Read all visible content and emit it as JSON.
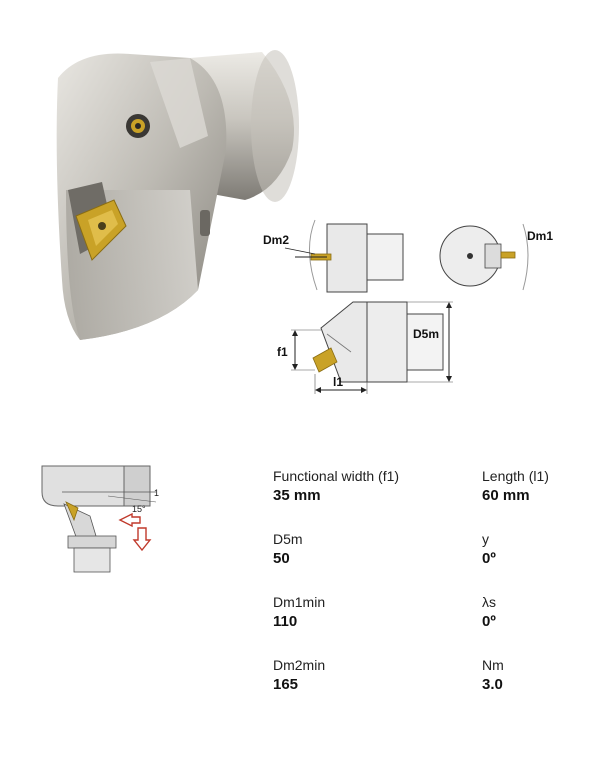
{
  "diagram_labels": {
    "dm2": "Dm2",
    "dm1": "Dm1",
    "d5m": "D5m",
    "f1": "f1",
    "l1": "l1"
  },
  "application_labels": {
    "angle": "15°",
    "offset": "1"
  },
  "specs": [
    {
      "label": "Functional width (f1)",
      "value": "35 mm"
    },
    {
      "label": "Length (l1)",
      "value": "60 mm"
    },
    {
      "label": "D5m",
      "value": "50"
    },
    {
      "label": "y",
      "value": "0º"
    },
    {
      "label": "Dm1min",
      "value": "110"
    },
    {
      "label": "λs",
      "value": "0º"
    },
    {
      "label": "Dm2min",
      "value": "165"
    },
    {
      "label": "Nm",
      "value": "3.0"
    }
  ],
  "colors": {
    "steel_light": "#d4d2cc",
    "steel_dark": "#8e8b84",
    "insert_gold": "#c9a227",
    "arrow_red": "#c0392b"
  }
}
